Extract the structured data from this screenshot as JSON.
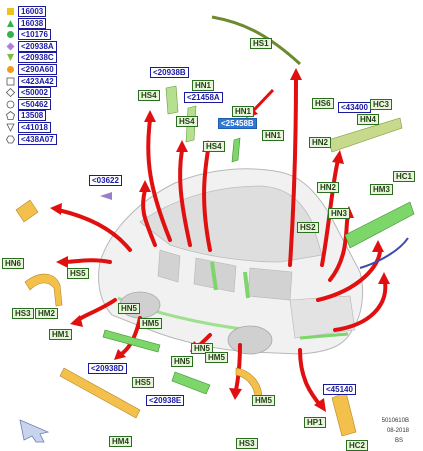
{
  "legend": [
    {
      "code": "16003",
      "icon": "square-yellow-icon"
    },
    {
      "code": "16038",
      "icon": "triangle-green-icon"
    },
    {
      "code": "<10176",
      "icon": "circle-green-icon"
    },
    {
      "code": "<20938A",
      "icon": "diamond-purple-icon"
    },
    {
      "code": "<20938C",
      "icon": "triangle-down-green-icon"
    },
    {
      "code": "<290A60",
      "icon": "circle-orange-icon"
    },
    {
      "code": "<423A42",
      "icon": "square-outline-icon"
    },
    {
      "code": "<50002",
      "icon": "diamond-outline-icon"
    },
    {
      "code": "<50462",
      "icon": "circle-outline-icon"
    },
    {
      "code": "13508",
      "icon": "pentagon-outline-icon"
    },
    {
      "code": "<41018",
      "icon": "triangle-down-outline-icon"
    },
    {
      "code": "<438A07",
      "icon": "hexagon-outline-icon"
    }
  ],
  "callouts": {
    "hs1": "HS1",
    "c20938b": "<20938B",
    "hn1_top": "HN1",
    "hs4_a": "HS4",
    "c21458a": "<21458A",
    "hn1_mid": "HN1",
    "hs4_b": "HS4",
    "c25458b": "<25458B",
    "hn1_right": "HN1",
    "hs4_c": "HS4",
    "hs6": "HS6",
    "c43400": "<43400",
    "hc3": "HC3",
    "hn4": "HN4",
    "hn2_a": "HN2",
    "c03622": "<03622",
    "hn2_b": "HN2",
    "hm3": "HM3",
    "hc1": "HC1",
    "hn3": "HN3",
    "hs2": "HS2",
    "hn6": "HN6",
    "hs5_left": "HS5",
    "hs3_left": "HS3",
    "hm2": "HM2",
    "hm1": "HM1",
    "hn5_a": "HN5",
    "hm5_a": "HM5",
    "hn5_b": "HN5",
    "hn5_c": "HN5",
    "hm5_b": "HM5",
    "c20938d": "<20938D",
    "hs5_bottom": "HS5",
    "c20938e": "<20938E",
    "hm4": "HM4",
    "hm5_c": "HM5",
    "hs3_bottom": "HS3",
    "c45140": "<45140",
    "hp1": "HP1",
    "hc2": "HC2"
  },
  "footer": {
    "code": "5010610B",
    "date": "08-2018",
    "author": "BS"
  }
}
